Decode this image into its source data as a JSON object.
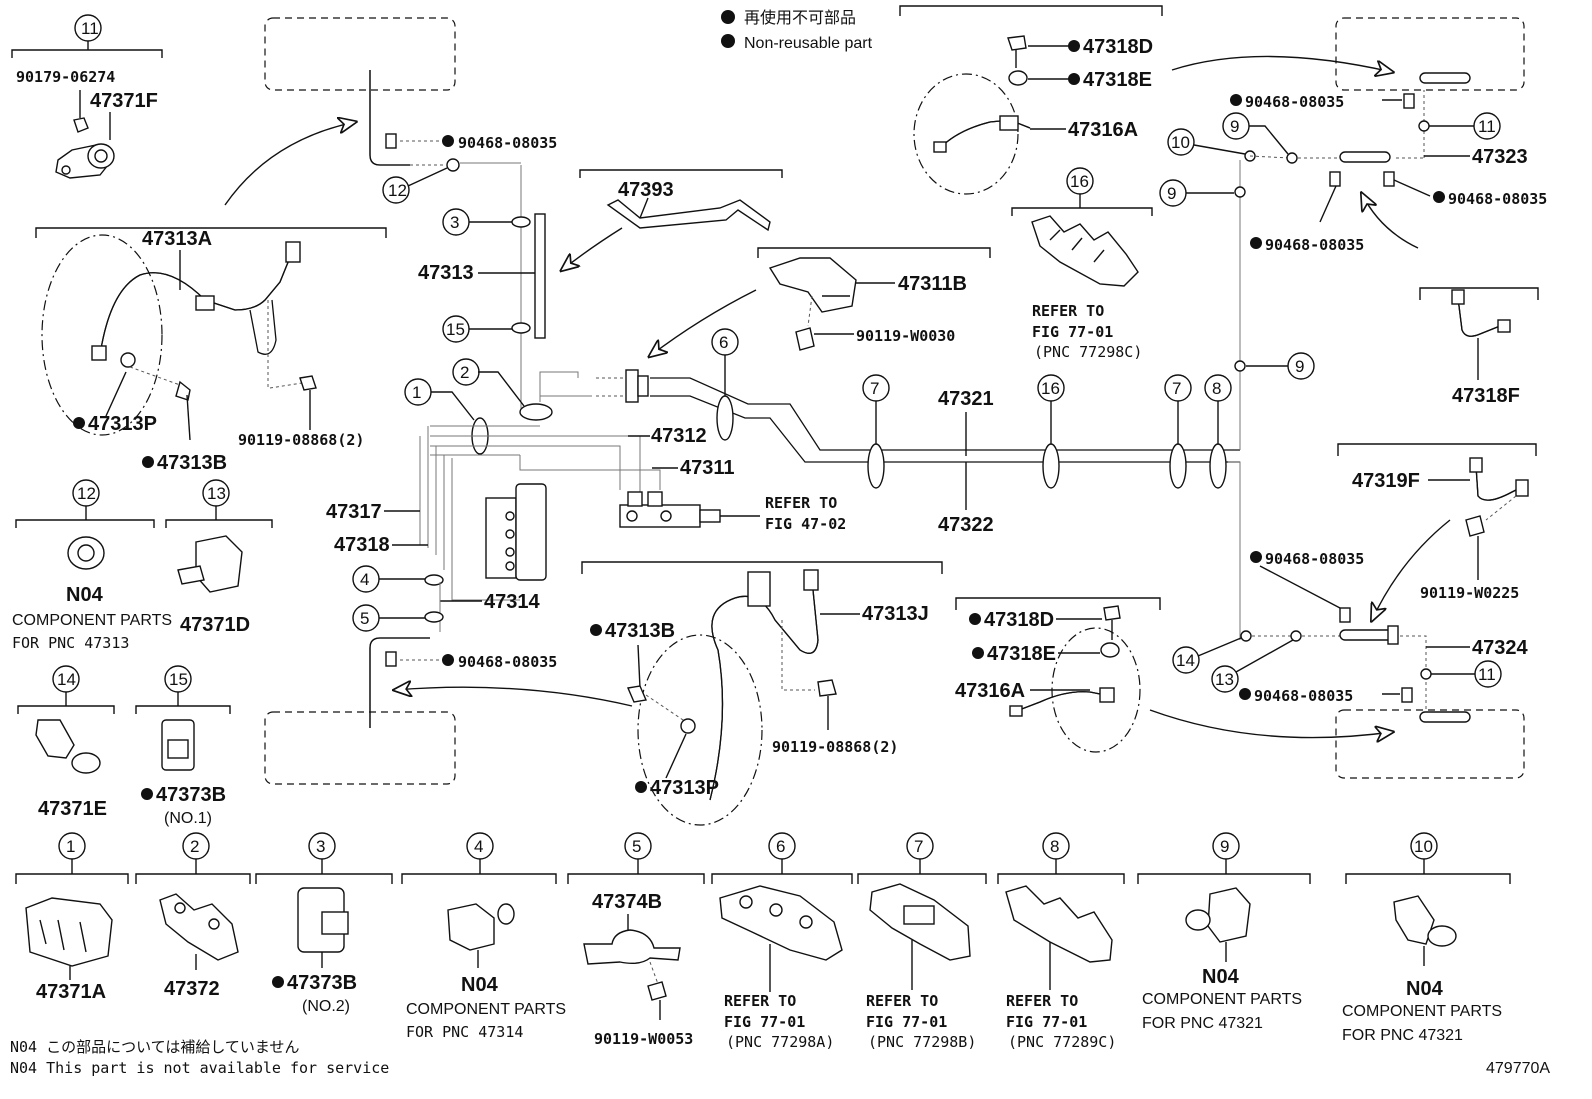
{
  "legend": {
    "jp": "再使用不可部品",
    "en": "Non-reusable part"
  },
  "footer": {
    "n04_jp": "N04 この部品については補給していません",
    "n04_en": "N04 This part is not available for service",
    "figure_id": "479770A"
  },
  "callouts": {
    "c1": "1",
    "c2": "2",
    "c3": "3",
    "c4": "4",
    "c5": "5",
    "c6": "6",
    "c7": "7",
    "c8": "8",
    "c9": "9",
    "c10": "10",
    "c11": "11",
    "c12": "12",
    "c13": "13",
    "c14": "14",
    "c15": "15",
    "c16": "16"
  },
  "parts": {
    "p90179": "90179-06274",
    "p47371F": "47371F",
    "p47313A": "47313A",
    "p47313P": "47313P",
    "p47313B": "47313B",
    "p90119_08868": "90119-08868(2)",
    "p90468": "90468-08035",
    "p47313": "47313",
    "p47393": "47393",
    "p47311B": "47311B",
    "p90119_W0030": "90119-W0030",
    "p47312": "47312",
    "p47311": "47311",
    "p47317": "47317",
    "p47318": "47318",
    "p47314": "47314",
    "p47321": "47321",
    "p47322": "47322",
    "p47313J": "47313J",
    "p47318D": "47318D",
    "p47318E": "47318E",
    "p47316A": "47316A",
    "p47323": "47323",
    "p47318F": "47318F",
    "p47319F": "47319F",
    "p90119_W0225": "90119-W0225",
    "p47324": "47324",
    "p47371D": "47371D",
    "p47371E": "47371E",
    "p47373B": "47373B",
    "no1": "(NO.1)",
    "no2": "(NO.2)",
    "p47371A": "47371A",
    "p47372": "47372",
    "p47374B": "47374B",
    "p90119_W0053": "90119-W0053",
    "n04": "N04"
  },
  "refs": {
    "refer_to": "REFER TO",
    "fig4702": "FIG 47-02",
    "fig7701": "FIG 77-01",
    "pnc77298C": "(PNC 77298C)",
    "pnc77298A": "(PNC 77298A)",
    "pnc77298B": "(PNC 77298B)",
    "pnc77289C": "(PNC 77289C)",
    "component_parts": "COMPONENT PARTS",
    "for47313": "FOR PNC 47313",
    "for47314": "FOR PNC 47314",
    "for47321": "FOR PNC 47321"
  }
}
